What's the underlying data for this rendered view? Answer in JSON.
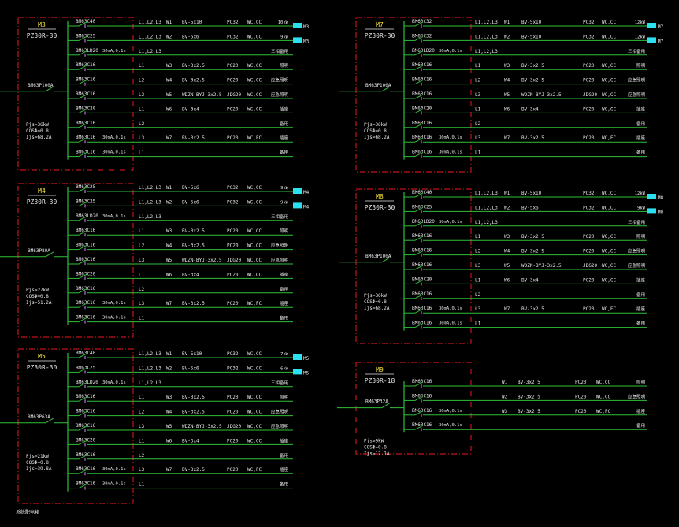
{
  "colors": {
    "background": "#000000",
    "frame": "#c0141b",
    "wire": "#2fbf39",
    "text": "#e6e6e6",
    "title": "#f2e23a",
    "breaker": "#b07ad6",
    "tag": "#2ce0ef"
  },
  "footer": "系统配电箱",
  "panels": [
    {
      "id": "M3",
      "model": "PZ30R-30",
      "main_breaker": "BM63P100A",
      "calc": [
        "Pjs=36kW",
        "COSΦ=0.8",
        "Ijs=68.2A"
      ],
      "circuits": [
        {
          "breaker": "BM63C40",
          "phase": "L1,L2,L3",
          "wire": "W1",
          "cable": "BV-5x10",
          "pipe": "PC32",
          "lay": "WC,CC",
          "load": "10kW",
          "tag": "M3"
        },
        {
          "breaker": "BM63C25",
          "phase": "L1,L2,L3",
          "wire": "W2",
          "cable": "BV-5x6",
          "pipe": "PC32",
          "lay": "WC,CC",
          "load": "9kW",
          "tag": "M3"
        },
        {
          "breaker": "BM63LD20",
          "rcd": "30mA,0.1s",
          "phase": "L1,L2,L3",
          "wire": "",
          "cable": "",
          "pipe": "",
          "lay": "",
          "load": "三相备用"
        },
        {
          "breaker": "BM63C16",
          "phase": "L1",
          "wire": "W3",
          "cable": "BV-3x2.5",
          "pipe": "PC20",
          "lay": "WC,CC",
          "load": "照明"
        },
        {
          "breaker": "BM63C16",
          "phase": "L2",
          "wire": "W4",
          "cable": "BV-3x2.5",
          "pipe": "PC20",
          "lay": "WC,CC",
          "load": "应急照明"
        },
        {
          "breaker": "BM63C16",
          "phase": "L3",
          "wire": "W5",
          "cable": "WDZN-BYJ-3x2.5",
          "pipe": "JDG20",
          "lay": "WC,CC",
          "load": "应急照明"
        },
        {
          "breaker": "BM63C20",
          "phase": "L1",
          "wire": "W6",
          "cable": "BV-3x4",
          "pipe": "PC20",
          "lay": "WC,CC",
          "load": "插座"
        },
        {
          "breaker": "BM63C16",
          "phase": "L2",
          "wire": "",
          "cable": "",
          "pipe": "",
          "lay": "",
          "load": "备用"
        },
        {
          "breaker": "BM63C16",
          "rcd": "30mA,0.1s",
          "phase": "L3",
          "wire": "W7",
          "cable": "BV-3x2.5",
          "pipe": "PC20",
          "lay": "WC,FC",
          "load": "插座"
        },
        {
          "breaker": "BM63C16",
          "rcd": "30mA,0.1s",
          "phase": "L1",
          "wire": "",
          "cable": "",
          "pipe": "",
          "lay": "",
          "load": "备用"
        }
      ]
    },
    {
      "id": "M4",
      "model": "PZ30R-30",
      "main_breaker": "BM63P80A",
      "calc": [
        "Pjs=27kW",
        "COSΦ=0.8",
        "Ijs=51.2A"
      ],
      "circuits": [
        {
          "breaker": "BM63C25",
          "phase": "L1,L2,L3",
          "wire": "W1",
          "cable": "BV-5x6",
          "pipe": "PC32",
          "lay": "WC,CC",
          "load": "9kW",
          "tag": "M4"
        },
        {
          "breaker": "BM63C25",
          "phase": "L1,L2,L3",
          "wire": "W2",
          "cable": "BV-5x6",
          "pipe": "PC32",
          "lay": "WC,CC",
          "load": "9kW",
          "tag": "M4"
        },
        {
          "breaker": "BM63LD20",
          "rcd": "30mA,0.1s",
          "phase": "L1,L2,L3",
          "wire": "",
          "cable": "",
          "pipe": "",
          "lay": "",
          "load": "三相备用"
        },
        {
          "breaker": "BM63C16",
          "phase": "L1",
          "wire": "W3",
          "cable": "BV-3x2.5",
          "pipe": "PC20",
          "lay": "WC,CC",
          "load": "照明"
        },
        {
          "breaker": "BM63C16",
          "phase": "L2",
          "wire": "W4",
          "cable": "BV-3x2.5",
          "pipe": "PC20",
          "lay": "WC,CC",
          "load": "应急照明"
        },
        {
          "breaker": "BM63C16",
          "phase": "L3",
          "wire": "W5",
          "cable": "WDZN-BYJ-3x2.5",
          "pipe": "JDG20",
          "lay": "WC,CC",
          "load": "应急照明"
        },
        {
          "breaker": "BM63C20",
          "phase": "L1",
          "wire": "W6",
          "cable": "BV-3x4",
          "pipe": "PC20",
          "lay": "WC,CC",
          "load": "插座"
        },
        {
          "breaker": "BM63C16",
          "phase": "L2",
          "wire": "",
          "cable": "",
          "pipe": "",
          "lay": "",
          "load": "备用"
        },
        {
          "breaker": "BM63C16",
          "rcd": "30mA,0.1s",
          "phase": "L3",
          "wire": "W7",
          "cable": "BV-3x2.5",
          "pipe": "PC20",
          "lay": "WC,FC",
          "load": "插座"
        },
        {
          "breaker": "BM63C16",
          "rcd": "30mA,0.1s",
          "phase": "L1",
          "wire": "",
          "cable": "",
          "pipe": "",
          "lay": "",
          "load": "备用"
        }
      ]
    },
    {
      "id": "M5",
      "model": "PZ30R-30",
      "main_breaker": "BM63P63A",
      "calc": [
        "Pjs=21kW",
        "COSΦ=0.8",
        "Ijs=39.8A"
      ],
      "circuits": [
        {
          "breaker": "BM63C40",
          "phase": "L1,L2,L3",
          "wire": "W1",
          "cable": "BV-5x10",
          "pipe": "PC32",
          "lay": "WC,CC",
          "load": "7kW",
          "tag": "M5"
        },
        {
          "breaker": "BM63C25",
          "phase": "L1,L2,L3",
          "wire": "W2",
          "cable": "BV-5x6",
          "pipe": "PC32",
          "lay": "WC,CC",
          "load": "6kW",
          "tag": "M5"
        },
        {
          "breaker": "BM63LD20",
          "rcd": "30mA,0.1s",
          "phase": "L1,L2,L3",
          "wire": "",
          "cable": "",
          "pipe": "",
          "lay": "",
          "load": "三相备用"
        },
        {
          "breaker": "BM63C16",
          "phase": "L1",
          "wire": "W3",
          "cable": "BV-3x2.5",
          "pipe": "PC20",
          "lay": "WC,CC",
          "load": "照明"
        },
        {
          "breaker": "BM63C16",
          "phase": "L2",
          "wire": "W4",
          "cable": "BV-3x2.5",
          "pipe": "PC20",
          "lay": "WC,CC",
          "load": "应急照明"
        },
        {
          "breaker": "BM63C16",
          "phase": "L3",
          "wire": "W5",
          "cable": "WDZN-BYJ-3x2.5",
          "pipe": "JDG20",
          "lay": "WC,CC",
          "load": "应急照明"
        },
        {
          "breaker": "BM63C20",
          "phase": "L1",
          "wire": "W6",
          "cable": "BV-3x4",
          "pipe": "PC20",
          "lay": "WC,CC",
          "load": "插座"
        },
        {
          "breaker": "BM63C16",
          "phase": "L2",
          "wire": "",
          "cable": "",
          "pipe": "",
          "lay": "",
          "load": "备用"
        },
        {
          "breaker": "BM63C16",
          "rcd": "30mA,0.1s",
          "phase": "L3",
          "wire": "W7",
          "cable": "BV-3x2.5",
          "pipe": "PC20",
          "lay": "WC,FC",
          "load": "插座"
        },
        {
          "breaker": "BM63C16",
          "rcd": "30mA,0.1s",
          "phase": "L1",
          "wire": "",
          "cable": "",
          "pipe": "",
          "lay": "",
          "load": "备用"
        }
      ]
    },
    {
      "id": "M7",
      "model": "PZ30R-30",
      "main_breaker": "BM63P100A",
      "calc": [
        "Pjs=36kW",
        "COSΦ=0.8",
        "Ijs=68.2A"
      ],
      "circuits": [
        {
          "breaker": "BM63C32",
          "phase": "L1,L2,L3",
          "wire": "W1",
          "cable": "BV-5x10",
          "pipe": "PC32",
          "lay": "WC,CC",
          "load": "12kW",
          "tag": "M7"
        },
        {
          "breaker": "BM63C32",
          "phase": "L1,L2,L3",
          "wire": "W2",
          "cable": "BV-5x10",
          "pipe": "PC32",
          "lay": "WC,CC",
          "load": "12kW",
          "tag": "M7"
        },
        {
          "breaker": "BM63LD20",
          "rcd": "30mA,0.1s",
          "phase": "L1,L2,L3",
          "wire": "",
          "cable": "",
          "pipe": "",
          "lay": "",
          "load": "三相备用"
        },
        {
          "breaker": "BM63C16",
          "phase": "L1",
          "wire": "W3",
          "cable": "BV-3x2.5",
          "pipe": "PC20",
          "lay": "WC,CC",
          "load": "照明"
        },
        {
          "breaker": "BM63C16",
          "phase": "L2",
          "wire": "W4",
          "cable": "BV-3x2.5",
          "pipe": "PC20",
          "lay": "WC,CC",
          "load": "应急照明"
        },
        {
          "breaker": "BM63C16",
          "phase": "L3",
          "wire": "W5",
          "cable": "WDZN-BYJ-3x2.5",
          "pipe": "JDG20",
          "lay": "WC,CC",
          "load": "应急照明"
        },
        {
          "breaker": "BM63C20",
          "phase": "L1",
          "wire": "W6",
          "cable": "BV-3x4",
          "pipe": "PC20",
          "lay": "WC,CC",
          "load": "插座"
        },
        {
          "breaker": "BM63C16",
          "phase": "L2",
          "wire": "",
          "cable": "",
          "pipe": "",
          "lay": "",
          "load": "备用"
        },
        {
          "breaker": "BM63C16",
          "rcd": "30mA,0.1s",
          "phase": "L3",
          "wire": "W7",
          "cable": "BV-3x2.5",
          "pipe": "PC20",
          "lay": "WC,FC",
          "load": "插座"
        },
        {
          "breaker": "BM63C16",
          "rcd": "30mA,0.1s",
          "phase": "L1",
          "wire": "",
          "cable": "",
          "pipe": "",
          "lay": "",
          "load": "备用"
        }
      ]
    },
    {
      "id": "M8",
      "model": "PZ30R-30",
      "main_breaker": "BM63P100A",
      "calc": [
        "Pjs=36kW",
        "COSΦ=0.8",
        "Ijs=68.2A"
      ],
      "circuits": [
        {
          "breaker": "BM63C40",
          "phase": "L1,L2,L3",
          "wire": "W1",
          "cable": "BV-5x10",
          "pipe": "PC32",
          "lay": "WC,CC",
          "load": "12kW",
          "tag": "M8"
        },
        {
          "breaker": "BM63C25",
          "phase": "L1,L2,L3",
          "wire": "W2",
          "cable": "BV-5x6",
          "pipe": "PC32",
          "lay": "WC,CC",
          "load": "9kW",
          "tag": "M8"
        },
        {
          "breaker": "BM63LD20",
          "rcd": "30mA,0.1s",
          "phase": "L1,L2,L3",
          "wire": "",
          "cable": "",
          "pipe": "",
          "lay": "",
          "load": "三相备用"
        },
        {
          "breaker": "BM63C16",
          "phase": "L1",
          "wire": "W3",
          "cable": "BV-3x2.5",
          "pipe": "PC20",
          "lay": "WC,CC",
          "load": "照明"
        },
        {
          "breaker": "BM63C16",
          "phase": "L2",
          "wire": "W4",
          "cable": "BV-3x2.5",
          "pipe": "PC20",
          "lay": "WC,CC",
          "load": "应急照明"
        },
        {
          "breaker": "BM63C16",
          "phase": "L3",
          "wire": "W5",
          "cable": "WDZN-BYJ-3x2.5",
          "pipe": "JDG20",
          "lay": "WC,CC",
          "load": "应急照明"
        },
        {
          "breaker": "BM63C20",
          "phase": "L1",
          "wire": "W6",
          "cable": "BV-3x4",
          "pipe": "PC20",
          "lay": "WC,CC",
          "load": "插座"
        },
        {
          "breaker": "BM63C16",
          "phase": "L2",
          "wire": "",
          "cable": "",
          "pipe": "",
          "lay": "",
          "load": "备用"
        },
        {
          "breaker": "BM63C16",
          "rcd": "30mA,0.1s",
          "phase": "L3",
          "wire": "W7",
          "cable": "BV-3x2.5",
          "pipe": "PC20",
          "lay": "WC,FC",
          "load": "插座"
        },
        {
          "breaker": "BM63C16",
          "rcd": "30mA,0.1s",
          "phase": "L1",
          "wire": "",
          "cable": "",
          "pipe": "",
          "lay": "",
          "load": "备用"
        }
      ]
    },
    {
      "id": "M9",
      "model": "PZ30R-18",
      "main_breaker": "BM63P32A",
      "calc": [
        "Pjs=9kW",
        "COSΦ=0.8",
        "Ijs=17.1A"
      ],
      "circuits": [
        {
          "breaker": "BM63C16",
          "phase": "",
          "wire": "W1",
          "cable": "BV-3x2.5",
          "pipe": "PC20",
          "lay": "WC,CC",
          "load": "照明"
        },
        {
          "breaker": "BM63C16",
          "phase": "",
          "wire": "W2",
          "cable": "BV-3x2.5",
          "pipe": "PC20",
          "lay": "WC,CC",
          "load": "应急照明"
        },
        {
          "breaker": "BM63C16",
          "rcd": "30mA,0.1s",
          "phase": "",
          "wire": "W3",
          "cable": "BV-3x2.5",
          "pipe": "PC20",
          "lay": "WC,FC",
          "load": "插座"
        },
        {
          "breaker": "BM63C16",
          "rcd": "30mA,0.1s",
          "phase": "",
          "wire": "",
          "cable": "",
          "pipe": "",
          "lay": "",
          "load": "备用"
        }
      ]
    }
  ]
}
